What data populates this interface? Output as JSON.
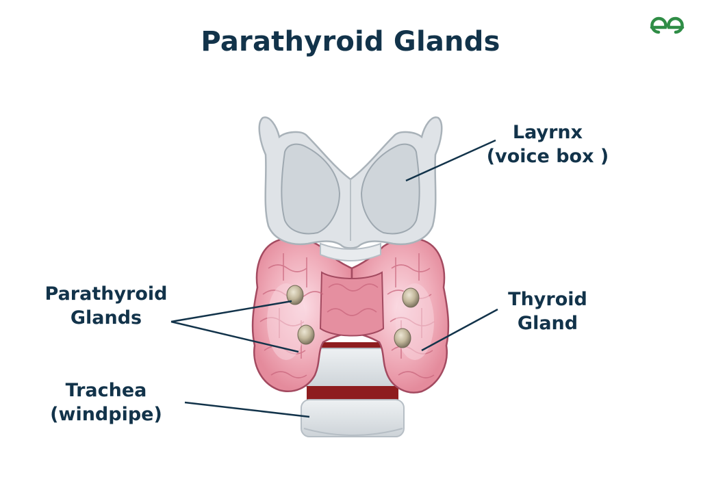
{
  "title": "Parathyroid Glands",
  "logo": {
    "name": "geeksforgeeks-logo",
    "color": "#2f8d46"
  },
  "labels": {
    "larynx": {
      "line1": "Layrnx",
      "line2": "(voice box )"
    },
    "parathyroid": {
      "line1": "Parathyroid",
      "line2": "Glands"
    },
    "thyroid": {
      "line1": "Thyroid",
      "line2": "Gland"
    },
    "trachea": {
      "line1": "Trachea",
      "line2": "(windpipe)"
    }
  },
  "colors": {
    "text": "#12334a",
    "cartilage": "#dfe3e7",
    "cartilage_dark": "#a9b2b9",
    "thyroid": "#e7919f",
    "thyroid_outline": "#a34a60",
    "thyroid_light": "#f6c7d2",
    "parathyroid": "#b8ac8f",
    "trachea_band": "#8e1d1f"
  }
}
